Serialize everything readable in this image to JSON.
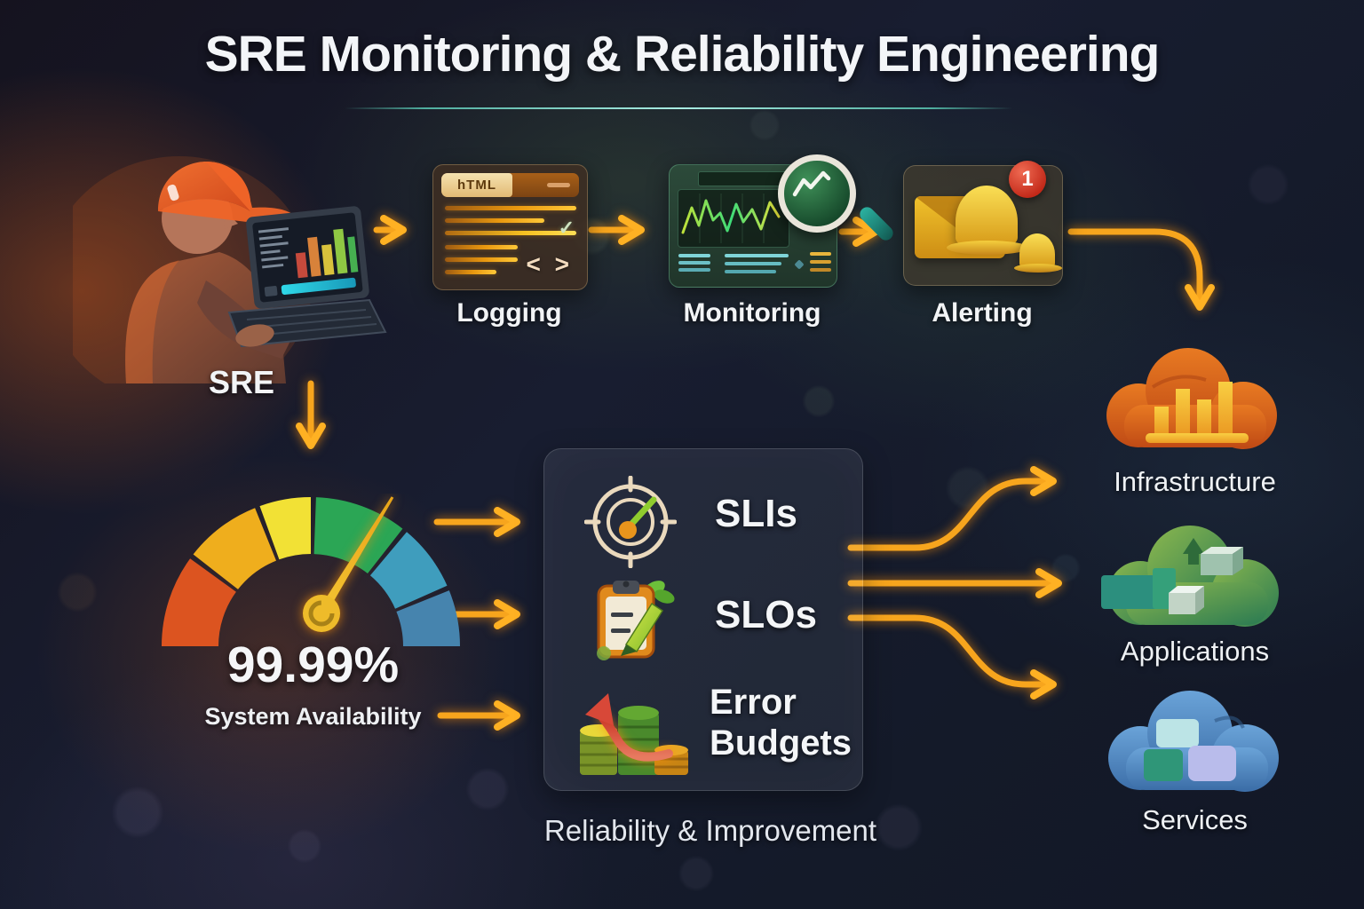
{
  "title": "SRE Monitoring & Reliability Engineering",
  "actor": {
    "label": "SRE"
  },
  "pipeline": {
    "logging": {
      "label": "Logging",
      "tab_text": "hTML",
      "check_glyph": "✓",
      "code_glyph": "< >"
    },
    "monitoring": {
      "label": "Monitoring"
    },
    "alerting": {
      "label": "Alerting",
      "badge": "1"
    }
  },
  "gauge": {
    "value": "99.99%",
    "caption": "System Availability"
  },
  "panel": {
    "items": [
      {
        "id": "slis",
        "label": "SLIs"
      },
      {
        "id": "slos",
        "label": "SLOs"
      },
      {
        "id": "error-budgets",
        "label": "Error Budgets"
      }
    ],
    "caption": "Reliability & Improvement"
  },
  "targets": [
    {
      "id": "infrastructure",
      "label": "Infrastructure"
    },
    {
      "id": "applications",
      "label": "Applications"
    },
    {
      "id": "services",
      "label": "Services"
    }
  ],
  "colors": {
    "arrow": "#f7a51d",
    "title_divider": "#4fae9f",
    "alert_badge": "#d93025",
    "gauge_segments": [
      "#dc5420",
      "#efae1d",
      "#f2e135",
      "#2ba655",
      "#3f9dbd",
      "#4684ae"
    ],
    "infrastructure_cloud": "#d96a1e",
    "applications_cloud": "#3f9a55",
    "services_cloud": "#4a8ec2"
  }
}
